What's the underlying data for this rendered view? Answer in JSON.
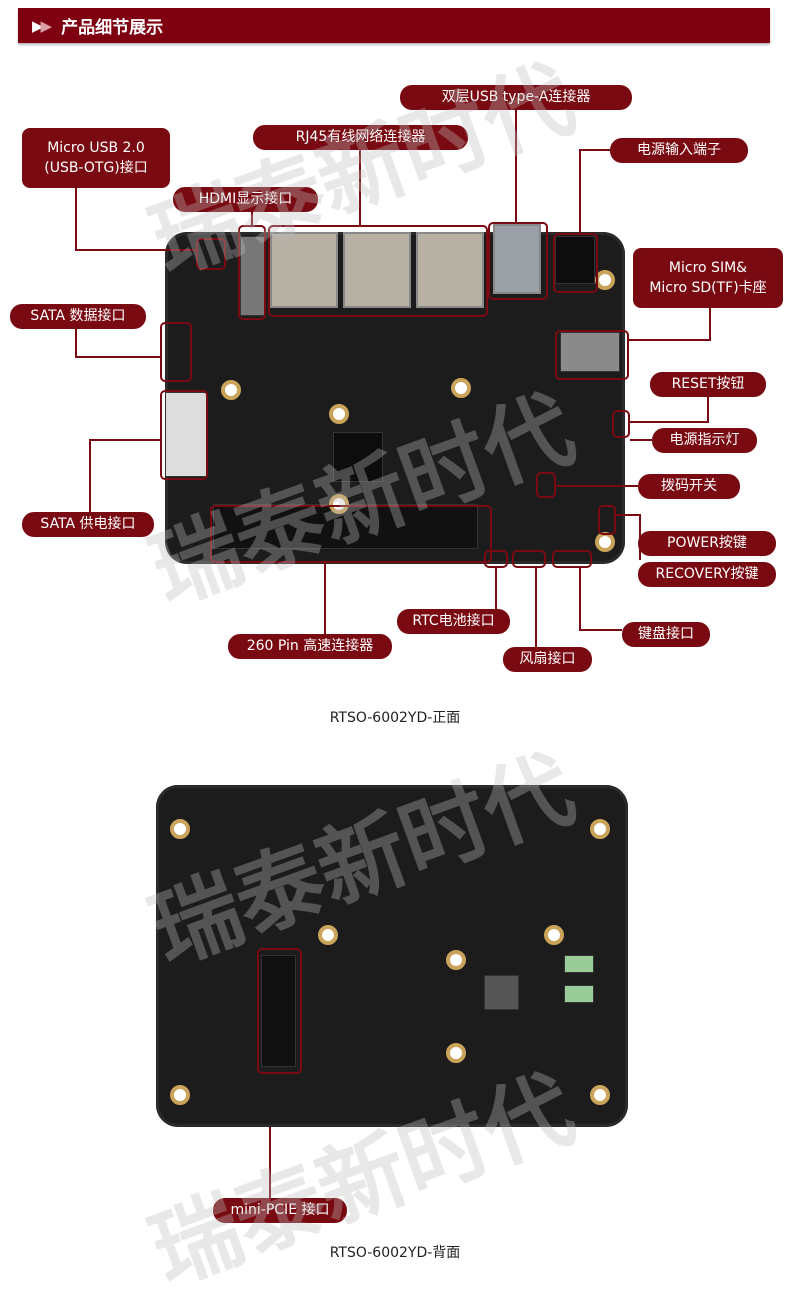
{
  "header": {
    "title": "产品细节展示",
    "icon": "double-arrow-icon"
  },
  "watermark": "瑞泰新时代",
  "front": {
    "caption": "RTSO-6002YD-正面",
    "labels": {
      "usb_a": "双层USB type-A连接器",
      "power_in": "电源输入端子",
      "micro_usb_1": "Micro USB 2.0",
      "micro_usb_2": "(USB-OTG)接口",
      "rj45": "RJ45有线网络连接器",
      "hdmi": "HDMI显示接口",
      "sim_1": "Micro SIM&",
      "sim_2": "Micro SD(TF)卡座",
      "sata_data": "SATA 数据接口",
      "reset": "RESET按钮",
      "power_led": "电源指示灯",
      "dip": "拨码开关",
      "sata_power": "SATA 供电接口",
      "power_key": "POWER按键",
      "recovery_key": "RECOVERY按键",
      "rtc": "RTC电池接口",
      "keyboard": "键盘接口",
      "connector260": "260 Pin 高速连接器",
      "fan": "风扇接口"
    }
  },
  "back": {
    "caption": "RTSO-6002YD-背面",
    "labels": {
      "minipcie": "mini-PCIE 接口"
    }
  },
  "colors": {
    "accent": "#7a0a12",
    "header": "#7f0010"
  }
}
